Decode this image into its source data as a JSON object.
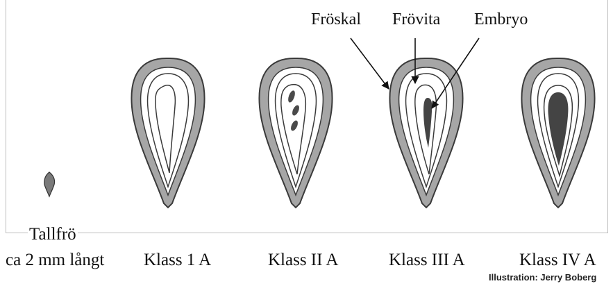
{
  "labels": {
    "seed_size_title": "Tallfrö",
    "seed_size_text": "ca 2 mm långt",
    "classes": [
      "Klass 1 A",
      "Klass II A",
      "Klass III A",
      "Klass IV A"
    ],
    "parts": {
      "seed_coat": "Fröskal",
      "endosperm": "Frövita",
      "embryo": "Embryo"
    },
    "credit": "Illustration: Jerry Boberg"
  },
  "colors": {
    "outline": "#3a3a3a",
    "shell_fill": "#9a9a9a",
    "embryo_fill": "#444444"
  }
}
